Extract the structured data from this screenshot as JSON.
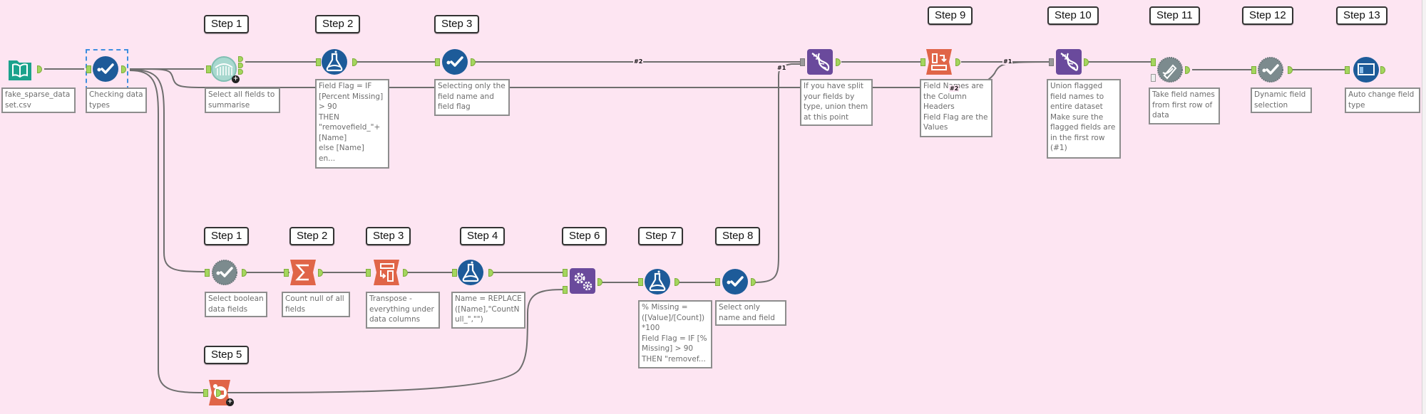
{
  "canvas": {
    "background": "#fde5f2"
  },
  "colors": {
    "input_teal": "#1ba28c",
    "select_blue": "#1d5b99",
    "formula_blue": "#1d5b99",
    "union_purple": "#6a4a9c",
    "transform_orange": "#e06548",
    "dynamic_gray": "#7c8b8e",
    "anchor_green": "#a4d65e",
    "selection_dash": "#3e8ee0"
  },
  "steps_top": [
    {
      "label": "Step 1"
    },
    {
      "label": "Step 2"
    },
    {
      "label": "Step 3"
    },
    {
      "label": "Step 9"
    },
    {
      "label": "Step 10"
    },
    {
      "label": "Step 11"
    },
    {
      "label": "Step 12"
    },
    {
      "label": "Step 13"
    }
  ],
  "steps_bottom": [
    {
      "label": "Step 1"
    },
    {
      "label": "Step 2"
    },
    {
      "label": "Step 3"
    },
    {
      "label": "Step 4"
    },
    {
      "label": "Step 6"
    },
    {
      "label": "Step 7"
    },
    {
      "label": "Step 8"
    },
    {
      "label": "Step 5"
    }
  ],
  "tools": {
    "input": {
      "icon": "book-icon",
      "annotation": "fake_sparse_dataset.csv"
    },
    "check_types": {
      "icon": "select-check-icon",
      "annotation": "Checking data types",
      "selected": true
    },
    "field_summary": {
      "icon": "field-summary-icon",
      "annotation": "Select all fields to summarise"
    },
    "formula_top": {
      "icon": "formula-flask-icon",
      "annotation": "Field Flag = IF\n[Percent Missing]\n> 90\nTHEN\n\"removefield_\"+\n[Name]\nelse [Name]\nen..."
    },
    "select_top": {
      "icon": "select-check-icon",
      "annotation": "Selecting only the field name and field flag"
    },
    "union_1": {
      "icon": "union-dna-icon",
      "annotation": "If you have split your fields by type, union them at this point"
    },
    "crosstab": {
      "icon": "crosstab-icon",
      "annotation": "Field Names are the Column Headers\nField Flag are the Values"
    },
    "union_2": {
      "icon": "union-dna-icon",
      "annotation": "Union flagged field names to entire dataset\nMake sure the flagged fields are in the first row\n(#1)"
    },
    "dynamic_rename": {
      "icon": "dynamic-rename-icon",
      "annotation": "Take field names from first row of data"
    },
    "dynamic_select": {
      "icon": "dynamic-select-icon",
      "annotation": "Dynamic field selection"
    },
    "auto_field": {
      "icon": "auto-field-icon",
      "annotation": "Auto change field type"
    },
    "select_boolean": {
      "icon": "dynamic-select-icon",
      "annotation": "Select boolean data fields"
    },
    "summarize": {
      "icon": "summarize-sigma-icon",
      "annotation": "Count null of all fields"
    },
    "transpose": {
      "icon": "transpose-icon",
      "annotation": "Transpose - everything under data columns"
    },
    "formula_replace": {
      "icon": "formula-flask-icon",
      "annotation": "Name = REPLACE\n([Name],\"CountNull_\",\"\")"
    },
    "append_fields": {
      "icon": "append-gears-icon",
      "annotation": ""
    },
    "formula_missing": {
      "icon": "formula-flask-icon",
      "annotation": "% Missing =\n([Value]/[Count])\n*100\nField Flag = IF [%\nMissing] > 90\nTHEN \"removef..."
    },
    "select_bottom": {
      "icon": "select-check-icon",
      "annotation": "Select only name and field flag"
    },
    "count_records": {
      "icon": "count-records-icon",
      "annotation": ""
    }
  },
  "connection_tags": {
    "union1_in2": "#2",
    "union1_in1": "#1",
    "union2_in1": "#1",
    "union2_in2": "#2"
  }
}
